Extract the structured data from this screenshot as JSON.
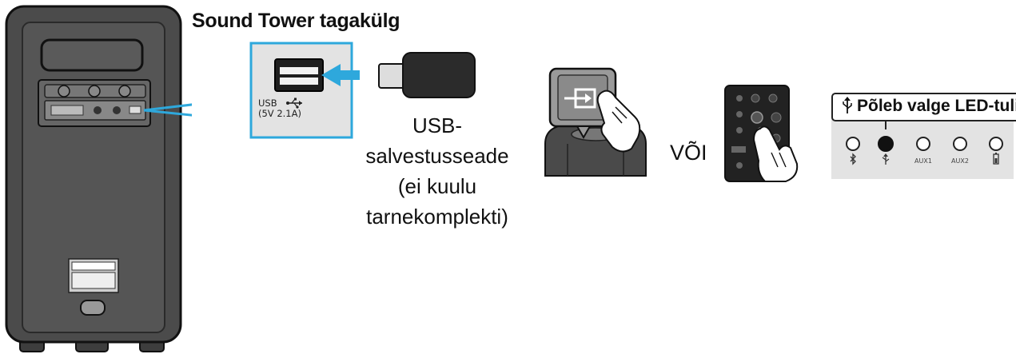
{
  "title": "Sound Tower tagakülg",
  "usb_port": {
    "label": "USB",
    "spec": "(5V 2.1A)"
  },
  "device_caption": [
    "USB-",
    "salvestusseade",
    "(ei kuulu",
    "tarnekomplekti)"
  ],
  "or_text": "VÕI",
  "led_indicator": {
    "callout": "Põleb valge LED-tuli",
    "labels": [
      "AUX1",
      "AUX2"
    ]
  },
  "colors": {
    "accent_blue": "#2ea8dc",
    "panel_fill": "#e3e3e3",
    "device_dark": "#4a4a4a"
  },
  "icons": [
    "bluetooth-icon",
    "usb-icon",
    "source-input-icon",
    "battery-icon",
    "hand-pointer-icon"
  ]
}
